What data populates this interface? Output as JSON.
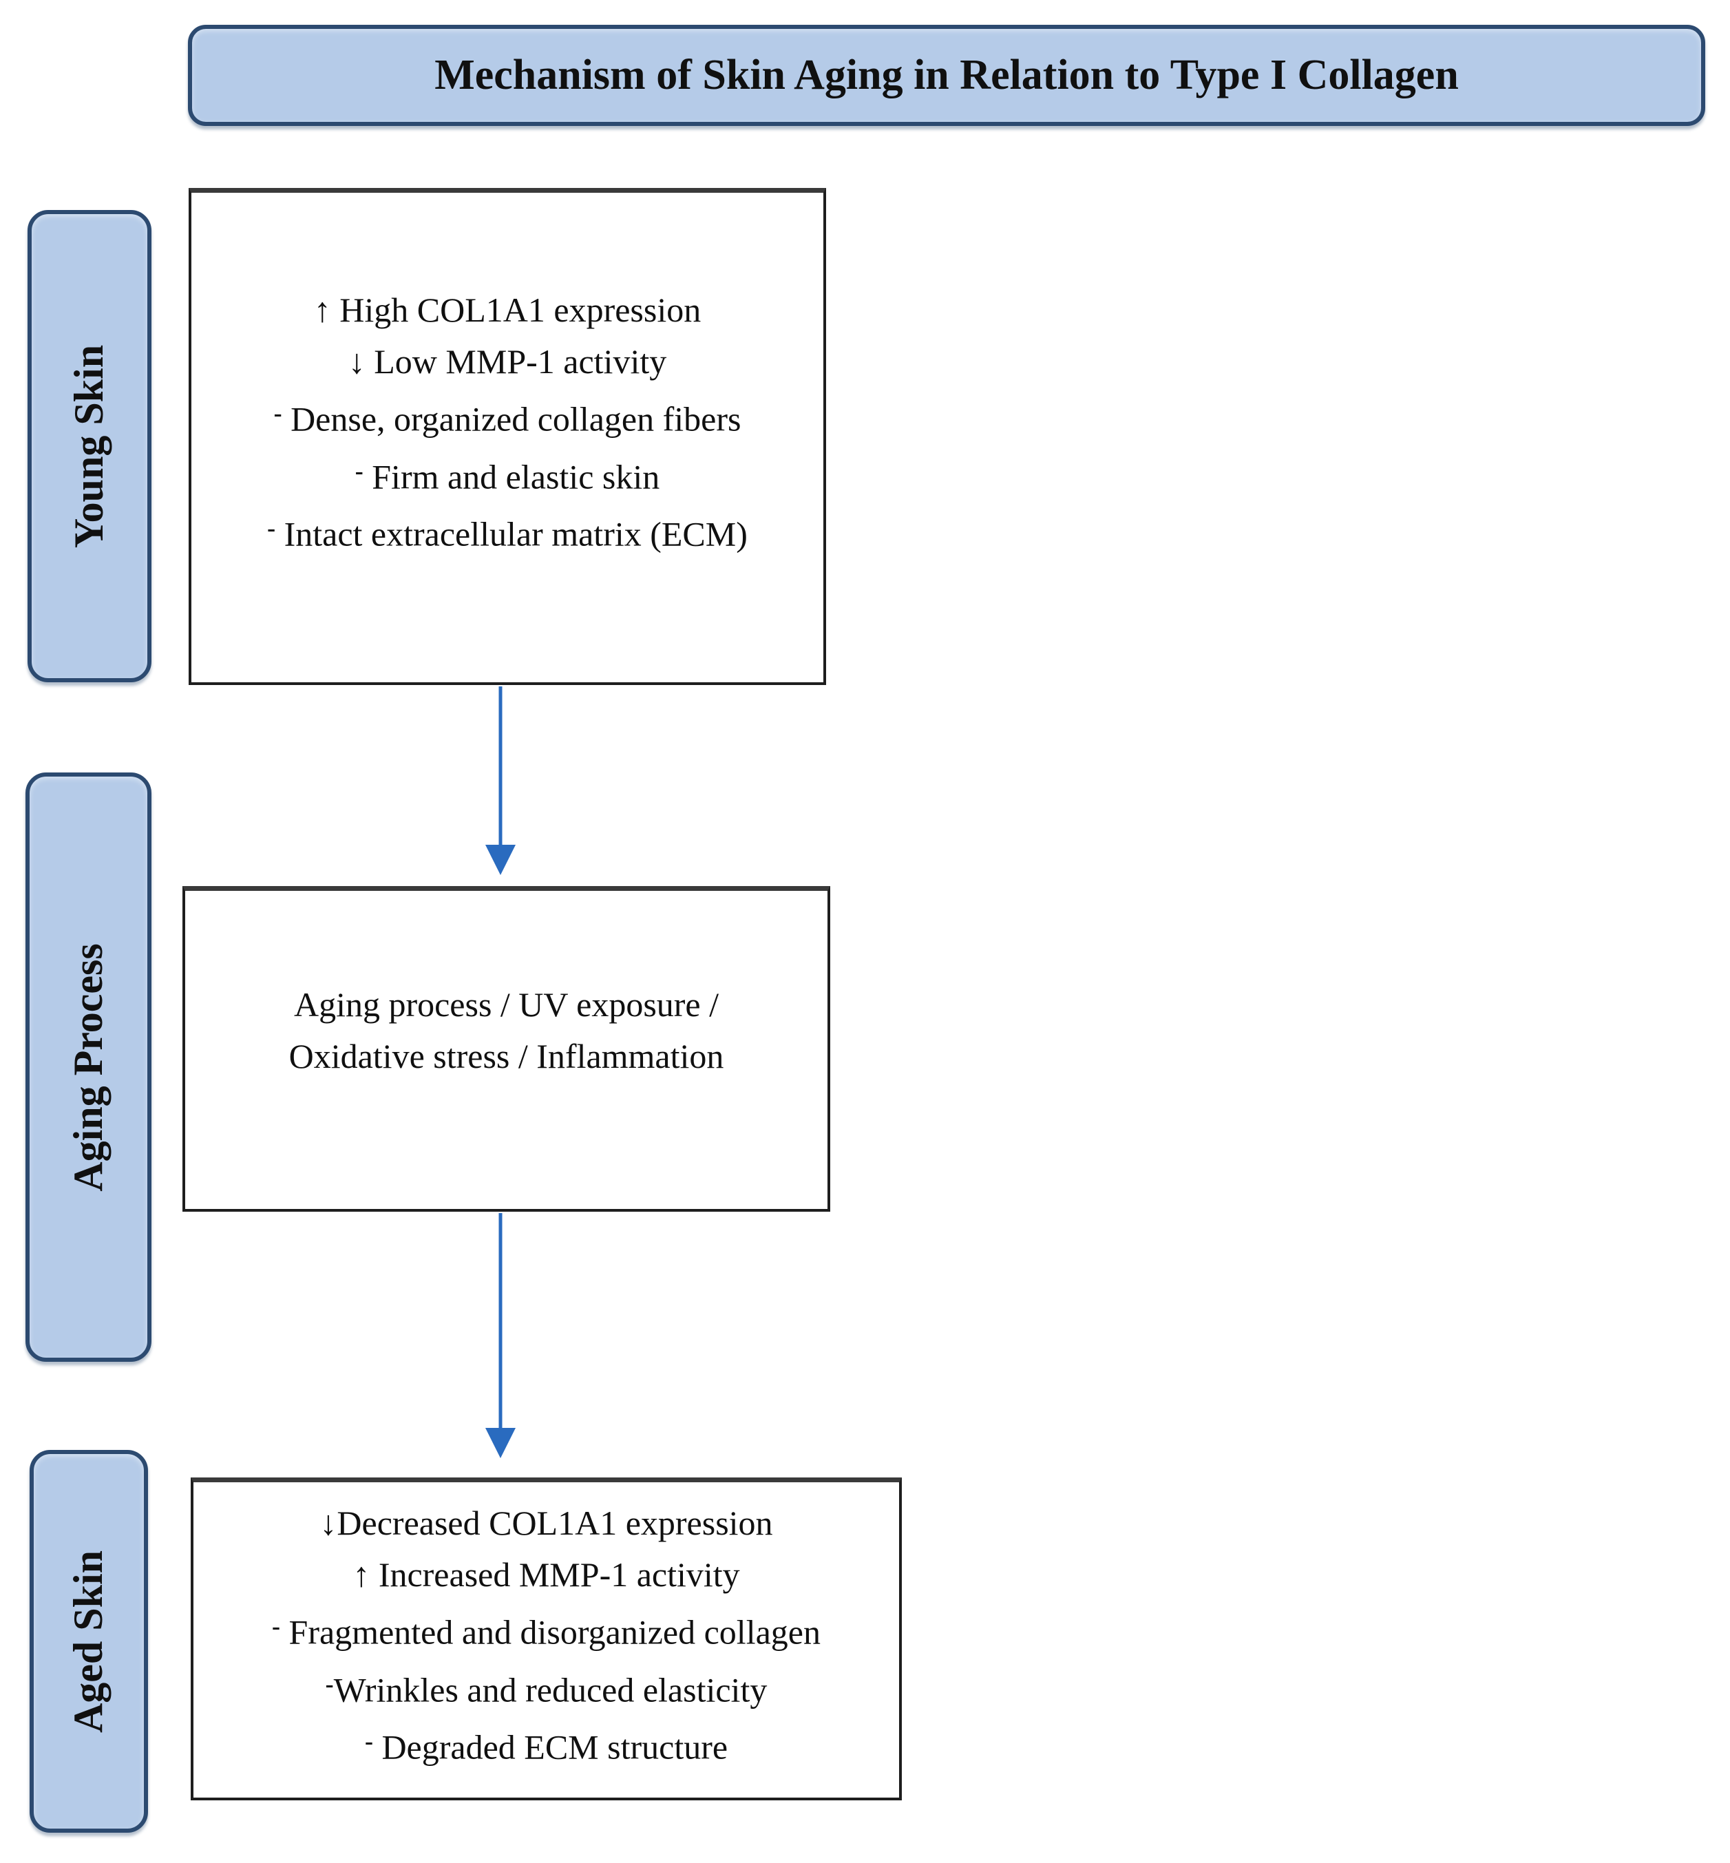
{
  "title": "Mechanism of Skin Aging in Relation to Type I Collagen",
  "colors": {
    "panel_fill": "#B5CBE8",
    "panel_border": "#2C4A70",
    "arrow": "#2A6BBF",
    "box_border": "#1E1E1E",
    "text": "#101010",
    "page_bg": "#FFFFFF"
  },
  "sections": [
    {
      "label": "Young Skin",
      "box_lines": [
        {
          "bullet": "↑",
          "text": " High COL1A1 expression"
        },
        {
          "bullet": "↓",
          "text": " Low MMP-1 activity"
        },
        {
          "bullet": "-",
          "text": " Dense, organized collagen fibers"
        },
        {
          "bullet": "-",
          "text": " Firm and elastic skin"
        },
        {
          "bullet": "-",
          "text": " Intact extracellular matrix (ECM)"
        }
      ]
    },
    {
      "label": "Aging Process",
      "box_lines": [
        {
          "text": "Aging process / UV exposure /"
        },
        {
          "text": "Oxidative stress / Inflammation"
        }
      ]
    },
    {
      "label": "Aged Skin",
      "box_lines": [
        {
          "bullet": "↓",
          "text": "Decreased COL1A1 expression"
        },
        {
          "bullet": "↑",
          "text": " Increased MMP-1 activity"
        },
        {
          "bullet": "-",
          "text": " Fragmented and disorganized collagen"
        },
        {
          "bullet": "-",
          "text": "Wrinkles and reduced elasticity"
        },
        {
          "bullet": "-",
          "text": " Degraded ECM structure"
        }
      ]
    }
  ]
}
